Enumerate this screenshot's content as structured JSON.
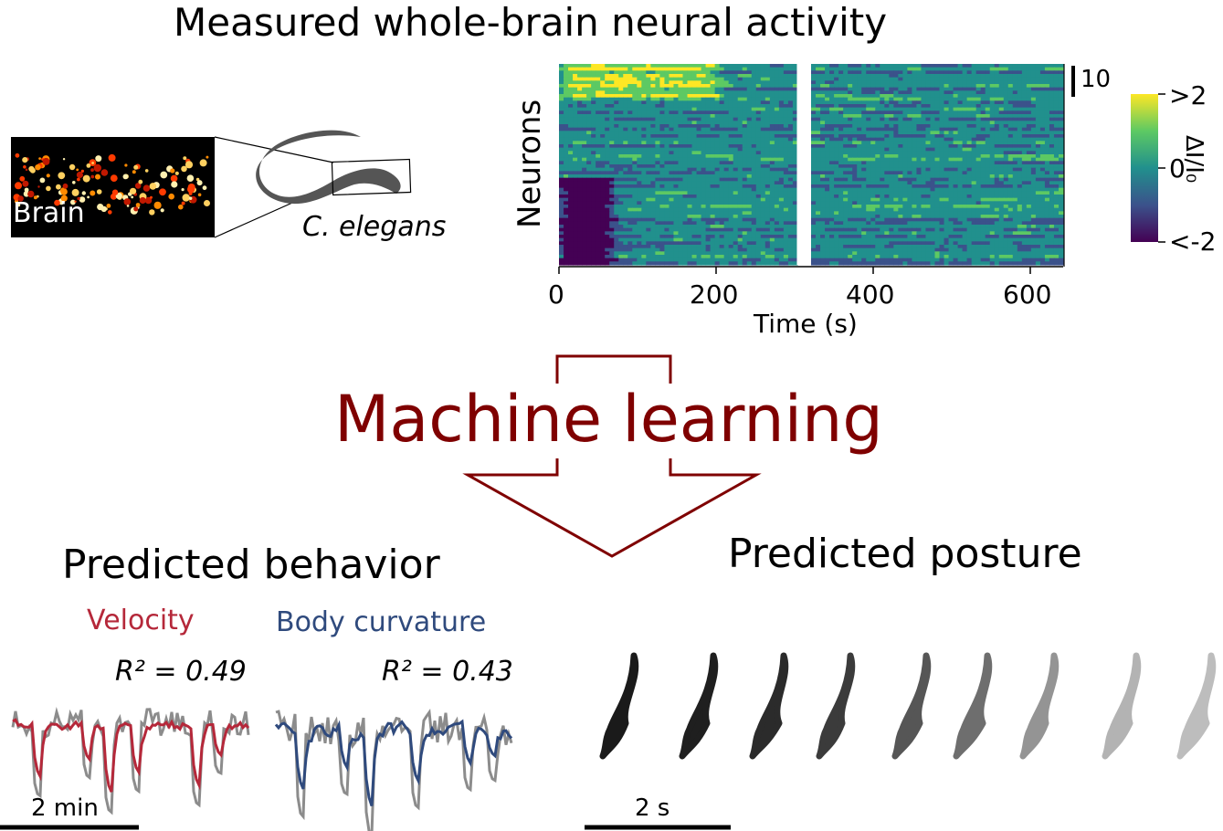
{
  "header": {
    "title": "Measured whole-brain neural activity"
  },
  "brain_panel": {
    "brain_label": "Brain",
    "species_label": "C. elegans"
  },
  "heatmap": {
    "ylabel": "Neurons",
    "xlabel": "Time (s)",
    "x_ticks": [
      "0",
      "200",
      "400",
      "600"
    ],
    "x_range": [
      0,
      640
    ],
    "scale_bar_label": "10",
    "colorbar": {
      "label": "ΔI/I₀",
      "ticks": [
        ">2",
        "0",
        "<-2"
      ],
      "colormap": "viridis"
    },
    "missing_data_gap_s": [
      302,
      318
    ]
  },
  "center": {
    "ml_title": "Machine learning",
    "arrow_color": "#7f0000"
  },
  "behavior": {
    "title": "Predicted behavior",
    "velocity": {
      "label": "Velocity",
      "r2": "R² = 0.49",
      "color": "#b5283a"
    },
    "curvature": {
      "label": "Body curvature",
      "r2": "R² = 0.43",
      "color": "#2f4a7d"
    },
    "measured_color": "#8c8c8c",
    "scale_bar_label": "2 min"
  },
  "posture": {
    "title": "Predicted posture",
    "scale_bar_label": "2 s",
    "worm_shades": [
      "#1a1a1a",
      "#1f1f1f",
      "#2b2b2b",
      "#3b3b3b",
      "#565656",
      "#6e6e6e",
      "#949494",
      "#b3b3b3",
      "#bdbdbd"
    ]
  }
}
